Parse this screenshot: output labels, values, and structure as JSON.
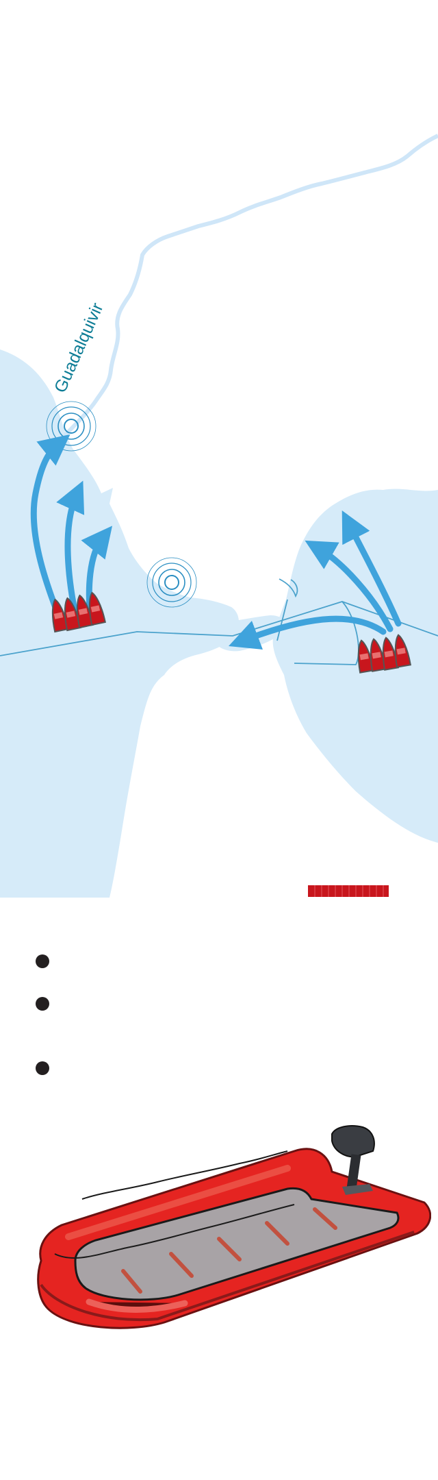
{
  "map": {
    "river_label": "Guadalquivir",
    "colors": {
      "land": "#d6ebf9",
      "river": "#cfe6f8",
      "route_arrows": "#3fa3dc",
      "boats": "#c8161d",
      "boundary_lines": "#4ba2cc",
      "target_rings": "#2a8ec2",
      "label": "#0e7d96"
    },
    "icons": [
      "target-rings-icon",
      "boat-icon",
      "route-arrow-icon"
    ],
    "routes": [
      {
        "from": "west-boat-group",
        "to": "guadalquivir-mouth"
      },
      {
        "from": "west-boat-group",
        "to": "coast-mid"
      },
      {
        "from": "west-boat-group",
        "to": "coast-south"
      },
      {
        "from": "east-boat-group",
        "to": "strait-north-shore"
      },
      {
        "from": "east-boat-group",
        "to": "mediterranean-coast-1"
      },
      {
        "from": "east-boat-group",
        "to": "mediterranean-coast-2"
      }
    ]
  },
  "legend": {
    "scale_bar_color": "#c8161d"
  },
  "bullets": [
    {
      "text": ""
    },
    {
      "text": ""
    },
    {
      "text": ""
    }
  ],
  "boat": {
    "icon": "inflatable-boat-icon",
    "colors": {
      "hull": "#e52421",
      "deck": "#a8a3a6",
      "engine": "#3a3d42"
    }
  }
}
